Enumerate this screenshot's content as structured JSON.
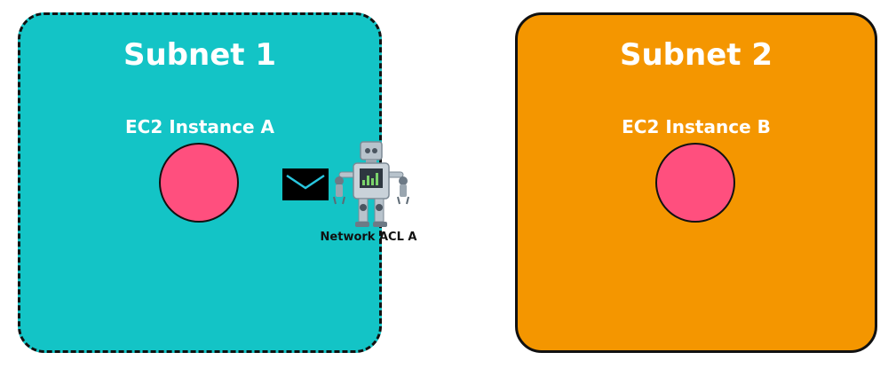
{
  "colors": {
    "subnet_1_fill": "#13c4c6",
    "subnet_2_fill": "#f49600",
    "instance_fill": "#ff4f7e",
    "border": "#111111",
    "label_light": "#ffffff",
    "label_dark": "#111111"
  },
  "subnet_1": {
    "title": "Subnet 1",
    "instance_label": "EC2 Instance A"
  },
  "subnet_2": {
    "title": "Subnet 2",
    "instance_label": "EC2 Instance B"
  },
  "network_acl": {
    "label": "Network ACL A",
    "icon": "robot-icon"
  },
  "packet": {
    "icon": "envelope-icon"
  }
}
